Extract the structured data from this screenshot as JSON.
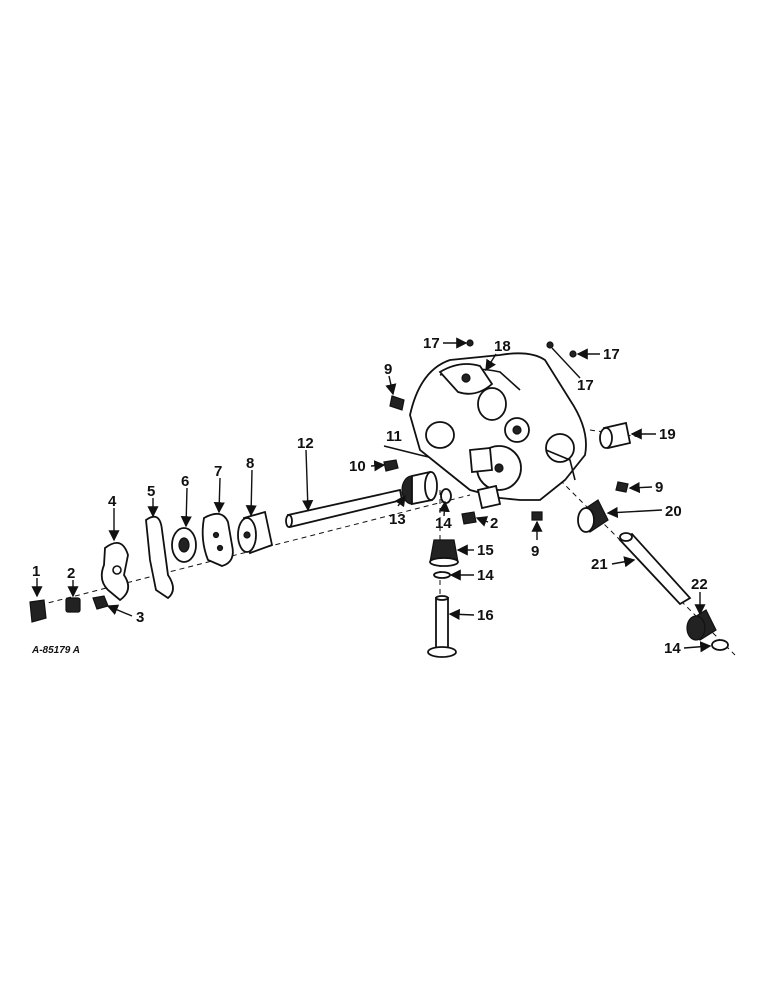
{
  "drawing_number": "A-85179 A",
  "callouts": [
    "1",
    "2",
    "3",
    "4",
    "5",
    "6",
    "7",
    "8",
    "9",
    "10",
    "11",
    "12",
    "13",
    "14",
    "2",
    "15",
    "14",
    "16",
    "17",
    "18",
    "17",
    "17",
    "19",
    "9",
    "9",
    "20",
    "21",
    "22",
    "14"
  ]
}
